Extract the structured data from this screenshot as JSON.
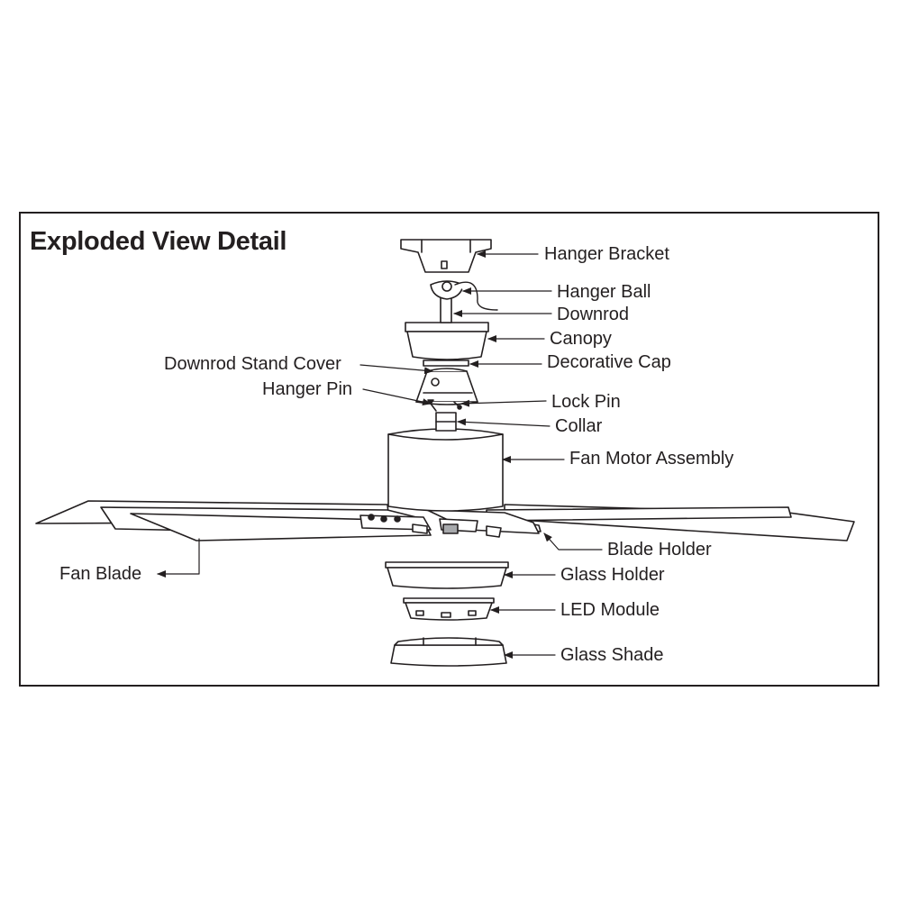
{
  "title": "Exploded View Detail",
  "colors": {
    "ink": "#231f20",
    "paper": "#ffffff",
    "shade": "#a7a9ac"
  },
  "labels": {
    "hanger_bracket": "Hanger Bracket",
    "hanger_ball": "Hanger Ball",
    "downrod": "Downrod",
    "canopy": "Canopy",
    "decorative_cap": "Decorative Cap",
    "downrod_stand_cover": "Downrod Stand Cover",
    "hanger_pin": "Hanger Pin",
    "lock_pin": "Lock Pin",
    "collar": "Collar",
    "fan_motor_assembly": "Fan Motor Assembly",
    "blade_holder": "Blade Holder",
    "fan_blade": "Fan Blade",
    "glass_holder": "Glass Holder",
    "led_module": "LED Module",
    "glass_shade": "Glass Shade"
  }
}
